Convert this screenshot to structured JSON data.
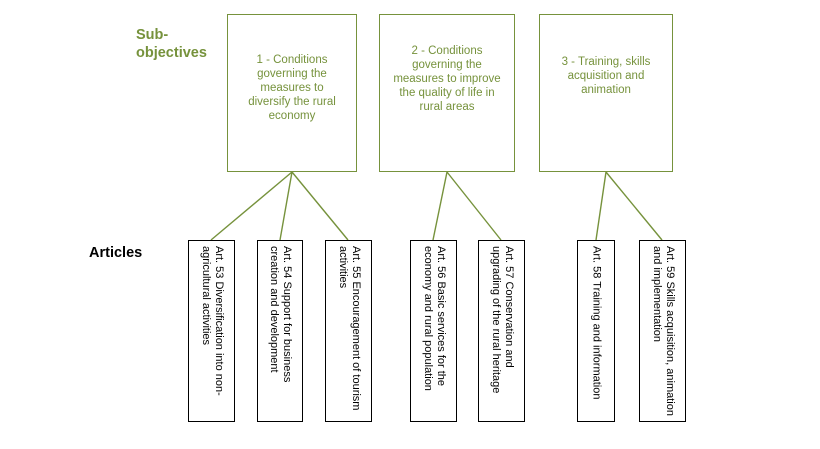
{
  "labels": {
    "sub_objectives": "Sub-objectives",
    "articles": "Articles"
  },
  "sub_objectives": [
    {
      "text": "1 - Conditions governing the measures to diversify the rural economy"
    },
    {
      "text": "2 - Conditions governing the measures to improve the quality of life in rural areas"
    },
    {
      "text": "3 - Training, skills acquisition and animation"
    }
  ],
  "articles": [
    {
      "text": "Art. 53 Diversification into non-agricultural activities",
      "objective": 1
    },
    {
      "text": "Art. 54 Support for business creation and development",
      "objective": 1
    },
    {
      "text": "Art. 55 Encouragement of tourism activities",
      "objective": 1
    },
    {
      "text": "Art. 56 Basic services for the economy and rural population",
      "objective": 2
    },
    {
      "text": "Art. 57 Conservation and upgrading of the rural heritage",
      "objective": 2
    },
    {
      "text": "Art. 58 Training and information",
      "objective": 3
    },
    {
      "text": "Art. 59 Skills acquisition, animation and implementation",
      "objective": 3
    }
  ],
  "colors": {
    "accent": "#76923c",
    "article_border": "#000000"
  }
}
